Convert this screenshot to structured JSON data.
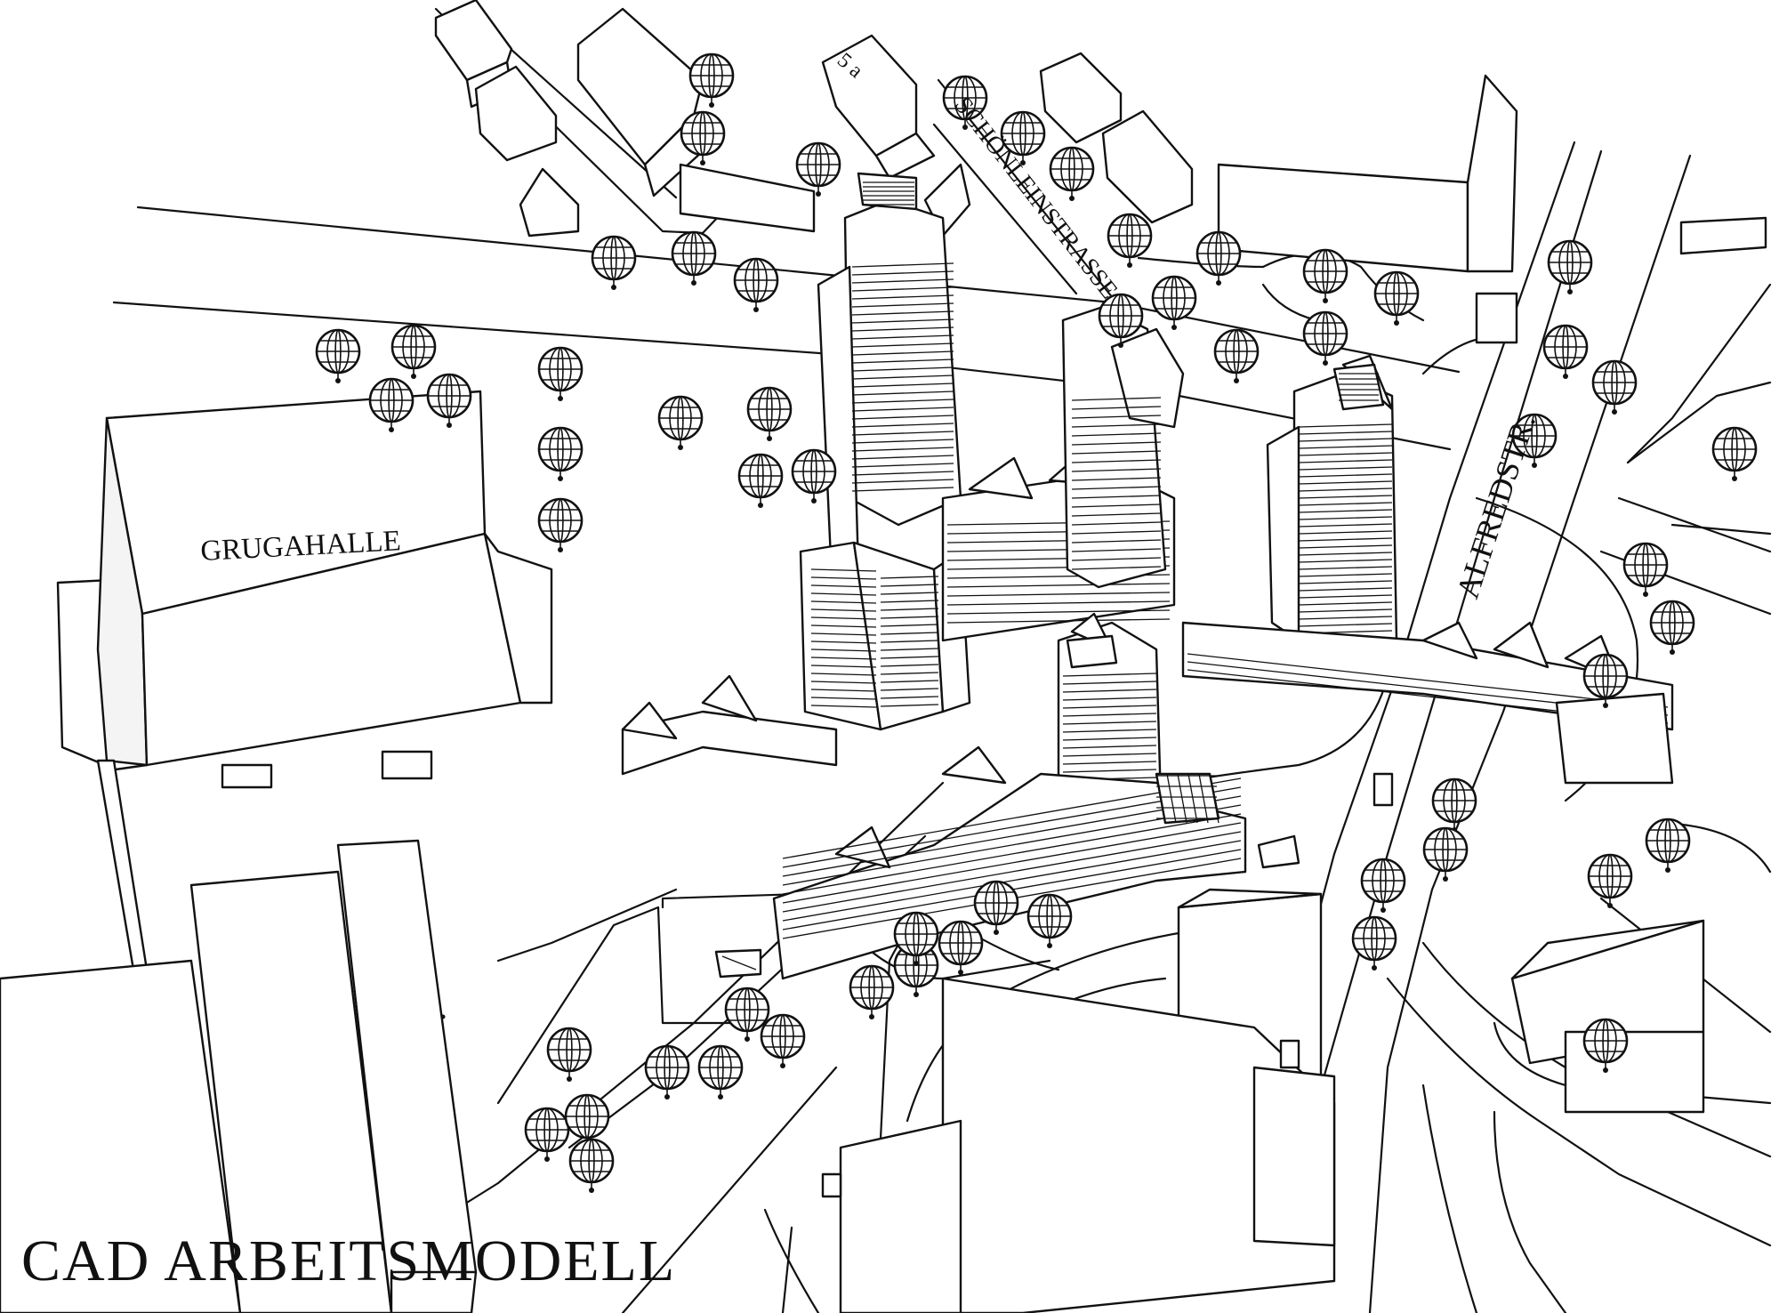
{
  "title": "CAD  ARBEITSMODELL",
  "labels": {
    "hall": "GRUGAHALLE",
    "street_schoenlein": "SCHÖNLEINSTRASSE",
    "street_alfred": "ALFREDSTR.",
    "house_number": "5 a"
  },
  "colors": {
    "ink": "#111111",
    "paper": "#ffffff"
  }
}
